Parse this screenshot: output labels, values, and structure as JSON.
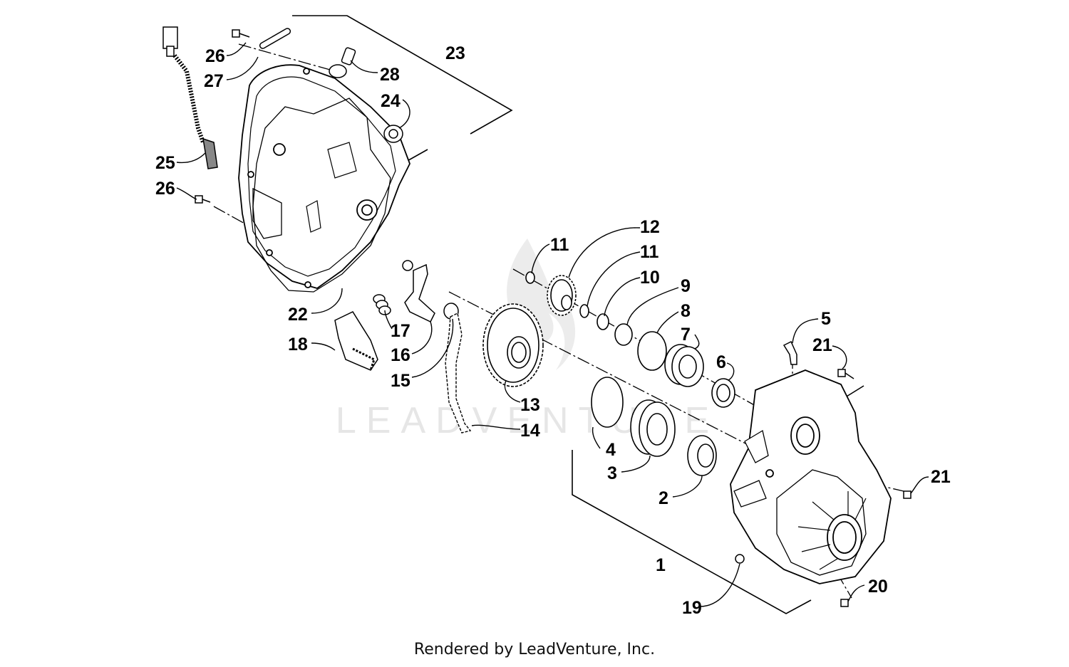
{
  "watermark": "LEADVENTURE",
  "credit": "Rendered by LeadVenture, Inc.",
  "callouts": {
    "c1": "1",
    "c2": "2",
    "c3": "3",
    "c4": "4",
    "c5": "5",
    "c6": "6",
    "c7": "7",
    "c8": "8",
    "c9": "9",
    "c10": "10",
    "c11a": "11",
    "c11b": "11",
    "c12": "12",
    "c13": "13",
    "c14": "14",
    "c15": "15",
    "c16": "16",
    "c17": "17",
    "c18": "18",
    "c19": "19",
    "c20": "20",
    "c21a": "21",
    "c21b": "21",
    "c22": "22",
    "c23": "23",
    "c24": "24",
    "c25": "25",
    "c26a": "26",
    "c26b": "26",
    "c27": "27",
    "c28": "28"
  }
}
